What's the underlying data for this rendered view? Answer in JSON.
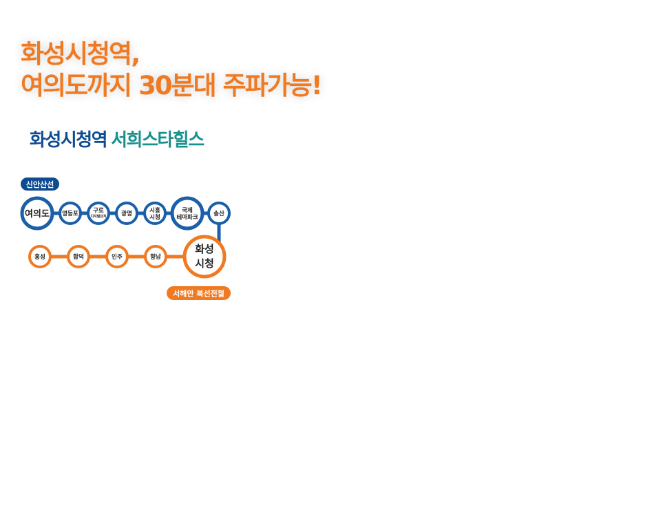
{
  "headline": {
    "line1": "화성시청역,",
    "line2": "여의도까지 30분대 주파가능!"
  },
  "subtitle": {
    "station_name": "화성시청역",
    "brand_name": "서희스타힐스"
  },
  "route_map": {
    "colors": {
      "sinansan": "#1b5fa8",
      "seohae": "#f07a22"
    },
    "sinansan_label": "신안산선",
    "seohae_label": "서해안 복선전철",
    "blue_stations": [
      {
        "line1": "여의도",
        "line2": "",
        "size": "large"
      },
      {
        "line1": "영등포",
        "line2": "",
        "size": "small"
      },
      {
        "line1": "구로",
        "line2": "디지털단지",
        "size": "small"
      },
      {
        "line1": "광명",
        "line2": "",
        "size": "small"
      },
      {
        "line1": "시흥",
        "line2": "시청",
        "size": "small"
      },
      {
        "line1": "국제",
        "line2": "테마파크",
        "size": "large"
      },
      {
        "line1": "송산",
        "line2": "",
        "size": "small"
      }
    ],
    "orange_stations": [
      {
        "line1": "홍성",
        "line2": "",
        "size": "small"
      },
      {
        "line1": "합덕",
        "line2": "",
        "size": "small"
      },
      {
        "line1": "인주",
        "line2": "",
        "size": "small"
      },
      {
        "line1": "향남",
        "line2": "",
        "size": "small"
      }
    ],
    "hub_station": {
      "line1": "화성",
      "line2": "시청"
    }
  }
}
